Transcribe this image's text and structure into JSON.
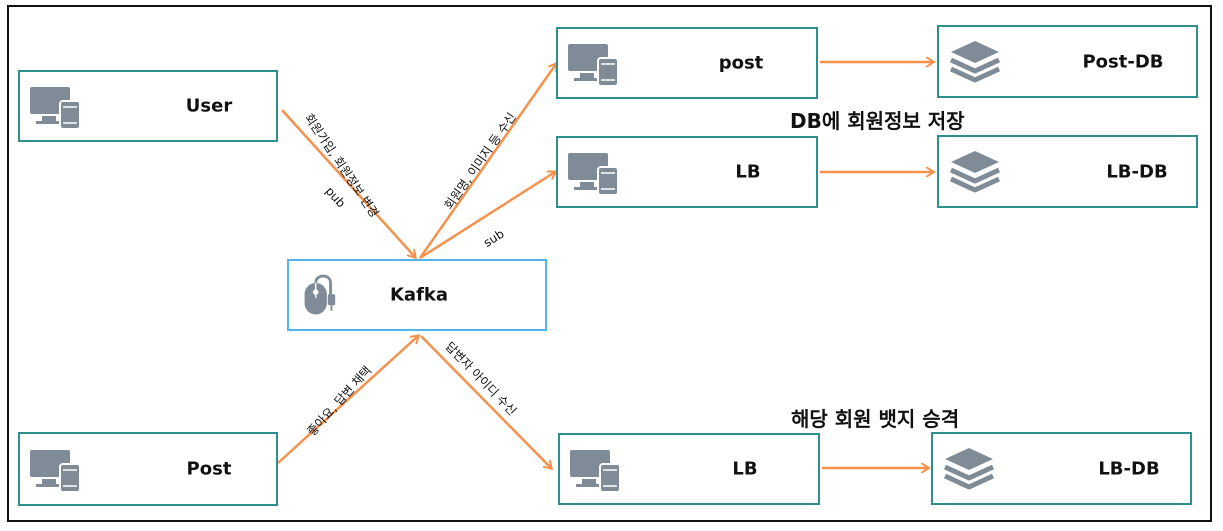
{
  "nodes": {
    "user": "User",
    "post_source": "Post",
    "kafka": "Kafka",
    "post_service": "post",
    "lb_service_top": "LB",
    "lb_service_bottom": "LB",
    "post_db": "Post-DB",
    "lb_db_top": "LB-DB",
    "lb_db_bottom": "LB-DB"
  },
  "edge_labels": {
    "user_to_kafka": "회원가입, 회원정보 변경",
    "pub": "pub",
    "kafka_to_post": "회원명, 이미지 등 수신",
    "sub": "sub",
    "post_to_kafka": "좋아요, 답변 채택",
    "kafka_to_lb_bottom": "답변자 아이디 수신"
  },
  "annotations": {
    "db_save": "DB에 회원정보 저장",
    "badge_upgrade": "해당 회원 뱃지 승격"
  },
  "icons": {
    "device": "desktop-mobile-icon",
    "mouse": "mouse-icon",
    "database": "layers-database-icon"
  },
  "colors": {
    "arrow": "#f5914a",
    "node_border": "#2f8f8f",
    "kafka_border": "#52b4e8",
    "icon": "#7f8c97"
  }
}
